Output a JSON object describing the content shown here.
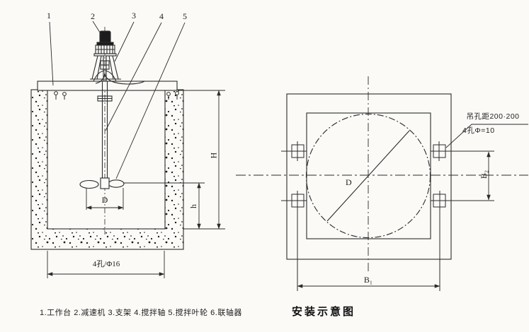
{
  "title": "安装示意图",
  "legend": {
    "text": "1.工作台  2.减速机  3.支架  4.搅拌轴  5.搅拌叶轮  6.联轴器"
  },
  "callouts": {
    "n1": "1",
    "n2": "2",
    "n3": "3",
    "n4": "4",
    "n5": "5"
  },
  "side_view": {
    "dim_height": "H",
    "dim_clearance": "h",
    "dim_impeller": "D",
    "dim_width": "4孔/Φ16"
  },
  "plan_view": {
    "dim_diameter": "D",
    "dim_width": "B₁",
    "dim_lug_spacing": "B₂",
    "annotation_line1": "吊孔距200·200",
    "annotation_line2": "4孔Φ=10"
  },
  "colors": {
    "ink": "#2b2b2b",
    "paper": "#fbfaf7"
  }
}
